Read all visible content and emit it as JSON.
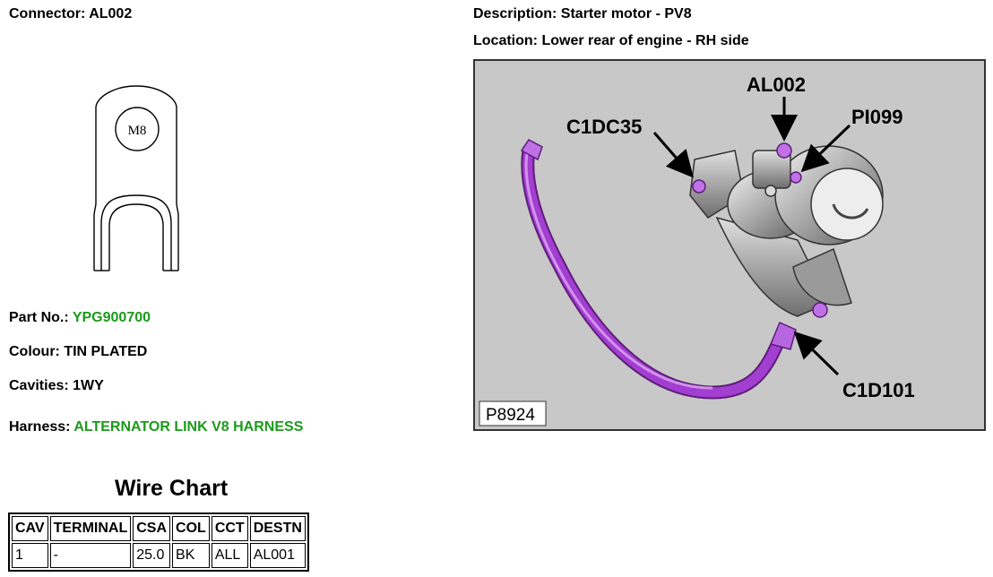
{
  "connector": {
    "label": "Connector:",
    "value": "AL002"
  },
  "description": {
    "label": "Description:",
    "value": "Starter motor - PV8"
  },
  "location": {
    "label": "Location:",
    "value": "Lower rear of engine - RH side"
  },
  "terminal_drawing": {
    "stud_label": "M8"
  },
  "part_no": {
    "label": "Part No.:",
    "value": "YPG900700"
  },
  "colour": {
    "label": "Colour:",
    "value": "TIN PLATED"
  },
  "cavities": {
    "label": "Cavities:",
    "value": "1WY"
  },
  "harness": {
    "label": "Harness:",
    "value": "ALTERNATOR LINK V8 HARNESS"
  },
  "wire_chart": {
    "title": "Wire Chart",
    "headers": [
      "CAV",
      "TERMINAL",
      "CSA",
      "COL",
      "CCT",
      "DESTN"
    ],
    "rows": [
      [
        "1",
        "-",
        "25.0",
        "BK",
        "ALL",
        "AL001"
      ]
    ]
  },
  "illustration": {
    "callouts": {
      "al002": "AL002",
      "pi099": "PI099",
      "c1dc35": "C1DC35",
      "c1d101": "C1D101"
    },
    "picture_code": "P8924",
    "colors": {
      "harness": "#a23ed0",
      "background": "#c8c8c8"
    }
  }
}
